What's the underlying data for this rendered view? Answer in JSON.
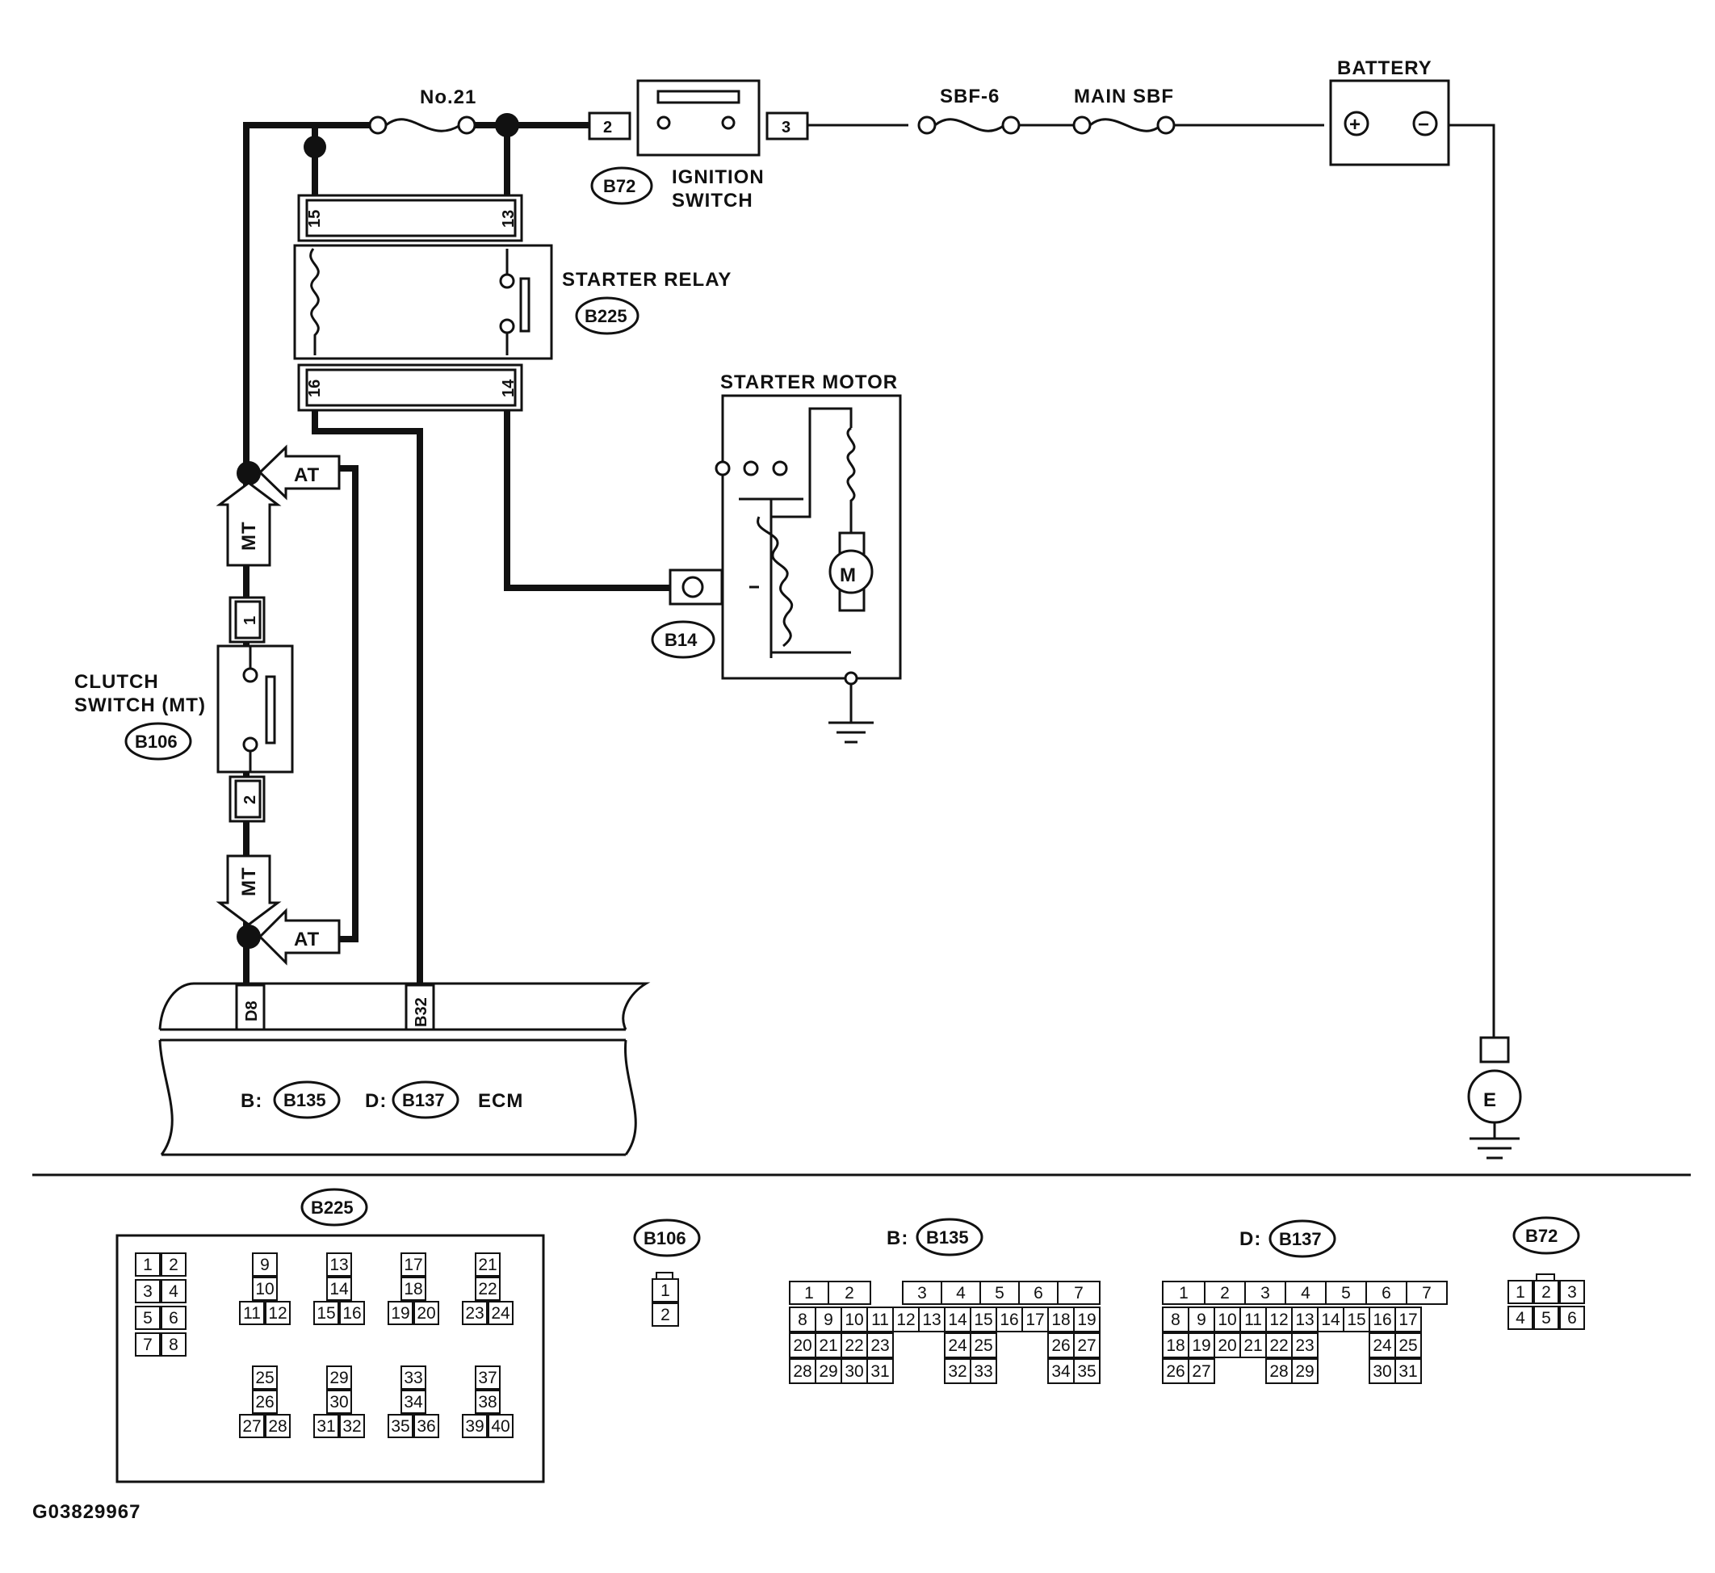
{
  "labels": {
    "fuse_no21": "No.21",
    "sbf6": "SBF-6",
    "main_sbf": "MAIN SBF",
    "battery": "BATTERY",
    "ignition_switch_line1": "IGNITION",
    "ignition_switch_line2": "SWITCH",
    "starter_relay": "STARTER RELAY",
    "starter_motor": "STARTER MOTOR",
    "clutch_switch_line1": "CLUTCH",
    "clutch_switch_line2": "SWITCH (MT)",
    "ecm": "ECM",
    "ecm_b_prefix": "B:",
    "ecm_d_prefix": "D:",
    "mt": "MT",
    "at": "AT",
    "ground_e": "E",
    "motor_m": "M",
    "plus": "+",
    "minus": "−",
    "figure_id": "G03829967"
  },
  "connectors": {
    "b72": "B72",
    "b225": "B225",
    "b14": "B14",
    "b106": "B106",
    "b135": "B135",
    "b137": "B137"
  },
  "pins": {
    "ign_2": "2",
    "ign_3": "3",
    "relay_15": "15",
    "relay_13": "13",
    "relay_16": "16",
    "relay_14": "14",
    "clutch_1": "1",
    "clutch_2": "2",
    "ecm_d8": "D8",
    "ecm_b32": "B32"
  },
  "connector_views": {
    "b225_title": "B225",
    "b225_small_rows": [
      [
        "1",
        "2"
      ],
      [
        "3",
        "4"
      ],
      [
        "5",
        "6"
      ],
      [
        "7",
        "8"
      ]
    ],
    "b225_groups": [
      [
        "9",
        "10",
        "11",
        "12"
      ],
      [
        "13",
        "14",
        "15",
        "16"
      ],
      [
        "17",
        "18",
        "19",
        "20"
      ],
      [
        "21",
        "22",
        "23",
        "24"
      ],
      [
        "25",
        "26",
        "27",
        "28"
      ],
      [
        "29",
        "30",
        "31",
        "32"
      ],
      [
        "33",
        "34",
        "35",
        "36"
      ],
      [
        "37",
        "38",
        "39",
        "40"
      ]
    ],
    "b106_title": "B106",
    "b106_pins": [
      "1",
      "2"
    ],
    "b135_prefix": "B:",
    "b135_title": "B135",
    "b135_rows": [
      [
        "1",
        "2",
        "",
        "3",
        "4",
        "5",
        "6",
        "7"
      ],
      [
        "8",
        "9",
        "10",
        "11",
        "12",
        "13",
        "14",
        "15",
        "16",
        "17",
        "18",
        "19"
      ],
      [
        "20",
        "21",
        "22",
        "23",
        "",
        "",
        "24",
        "25",
        "",
        "",
        "26",
        "27"
      ],
      [
        "28",
        "29",
        "30",
        "31",
        "",
        "",
        "32",
        "33",
        "",
        "",
        "34",
        "35"
      ]
    ],
    "b137_prefix": "D:",
    "b137_title": "B137",
    "b137_rows": [
      [
        "1",
        "2",
        "3",
        "4",
        "5",
        "6",
        "7"
      ],
      [
        "8",
        "9",
        "10",
        "11",
        "12",
        "13",
        "14",
        "15",
        "16",
        "17"
      ],
      [
        "18",
        "19",
        "20",
        "21",
        "22",
        "23",
        "",
        "",
        "24",
        "25"
      ],
      [
        "26",
        "27",
        "",
        "",
        "28",
        "29",
        "",
        "",
        "30",
        "31"
      ]
    ],
    "b72_title": "B72",
    "b72_rows": [
      [
        "1",
        "2",
        "3"
      ],
      [
        "4",
        "5",
        "6"
      ]
    ]
  }
}
